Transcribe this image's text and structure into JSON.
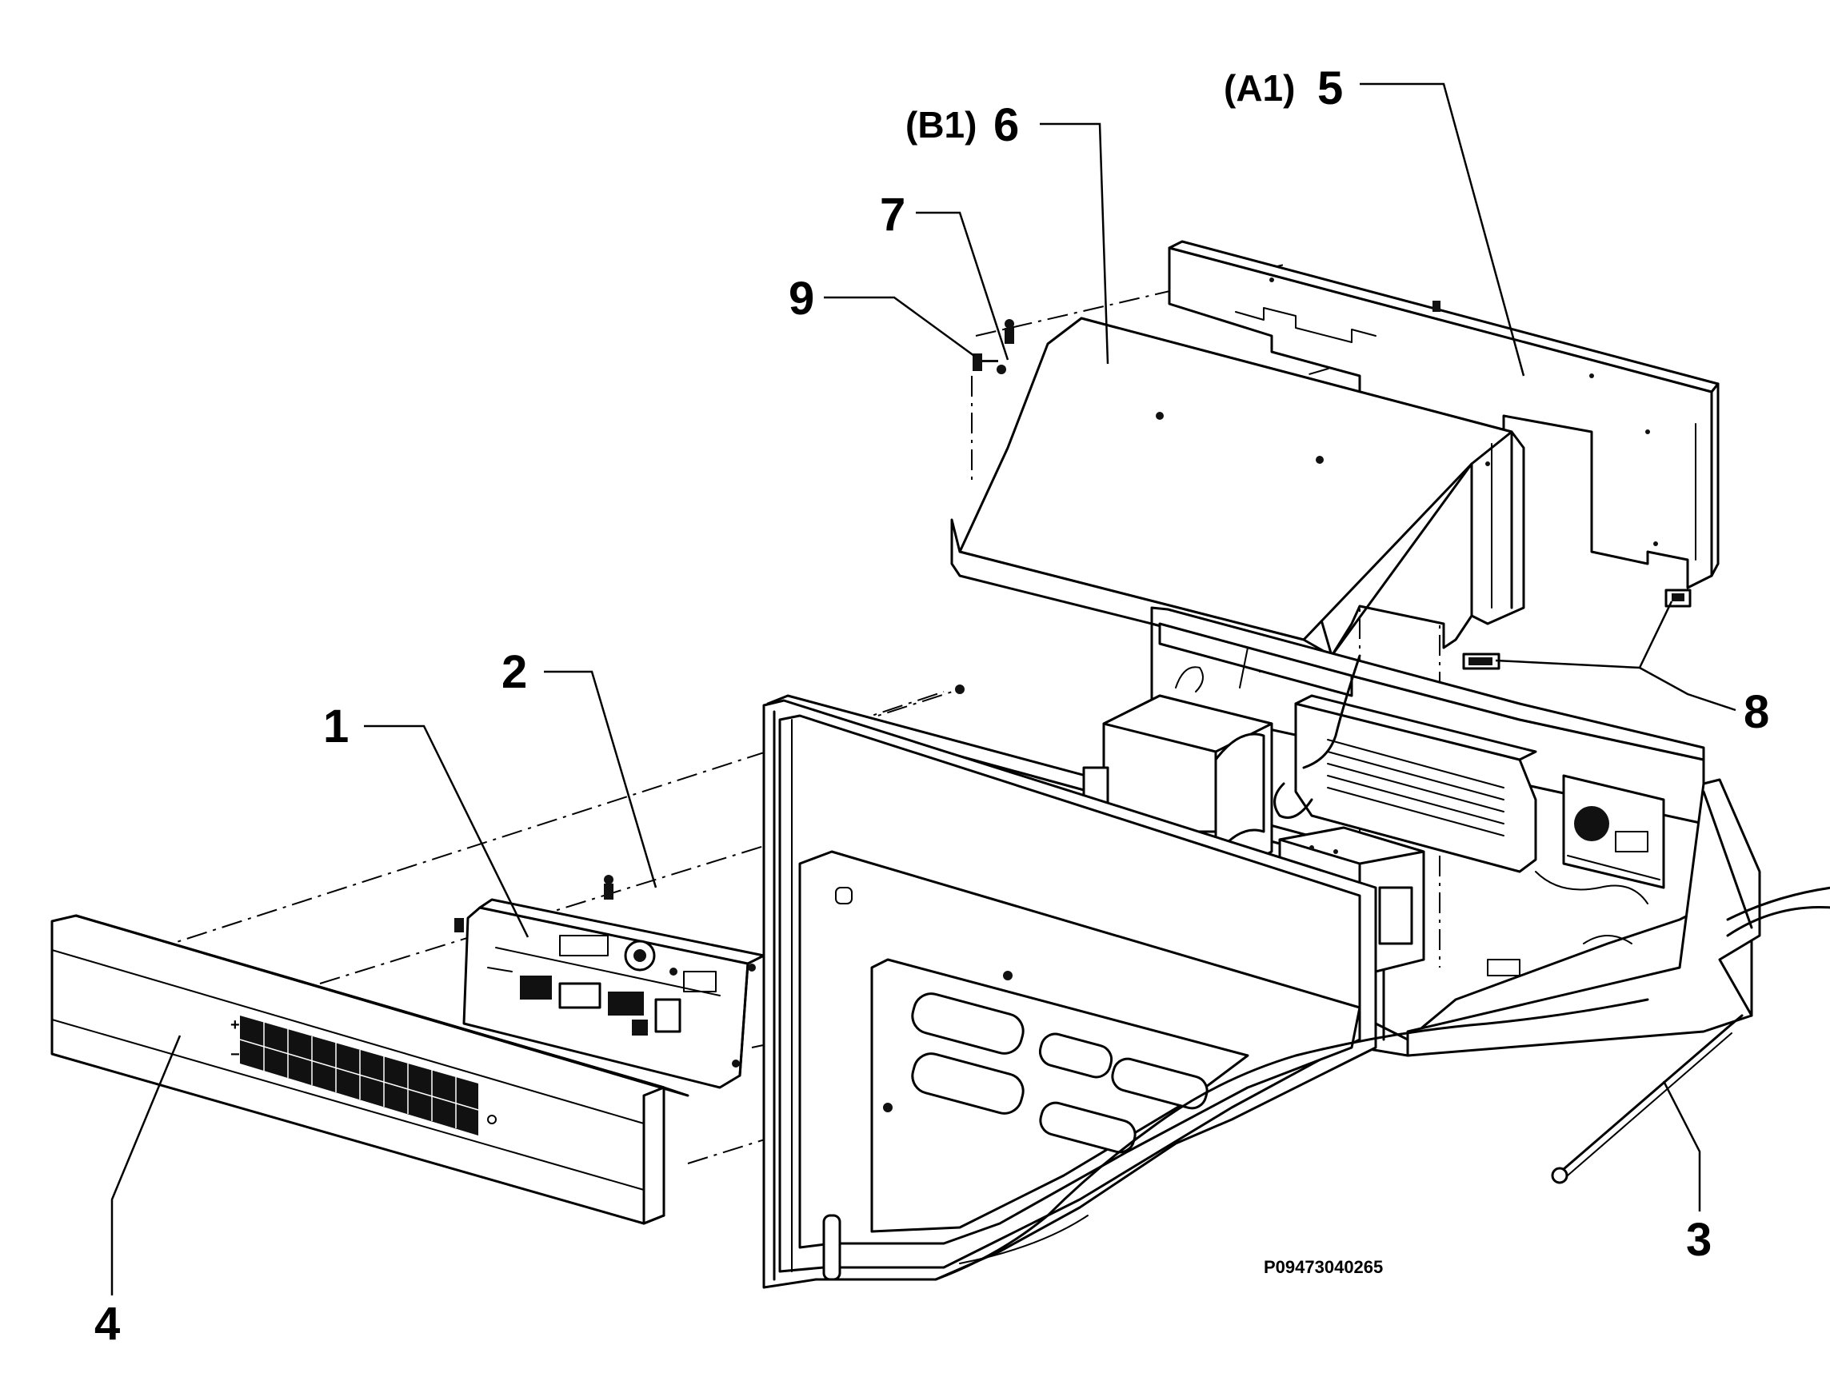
{
  "diagram": {
    "drawing_code": "P09473040265",
    "callouts": [
      {
        "id": "1",
        "ref": ""
      },
      {
        "id": "2",
        "ref": ""
      },
      {
        "id": "3",
        "ref": ""
      },
      {
        "id": "4",
        "ref": ""
      },
      {
        "id": "5",
        "ref": "(A1)"
      },
      {
        "id": "6",
        "ref": "(B1)"
      },
      {
        "id": "7",
        "ref": ""
      },
      {
        "id": "8",
        "ref": ""
      },
      {
        "id": "9",
        "ref": ""
      }
    ],
    "panel_marks": {
      "plus": "+",
      "minus": "−"
    }
  }
}
